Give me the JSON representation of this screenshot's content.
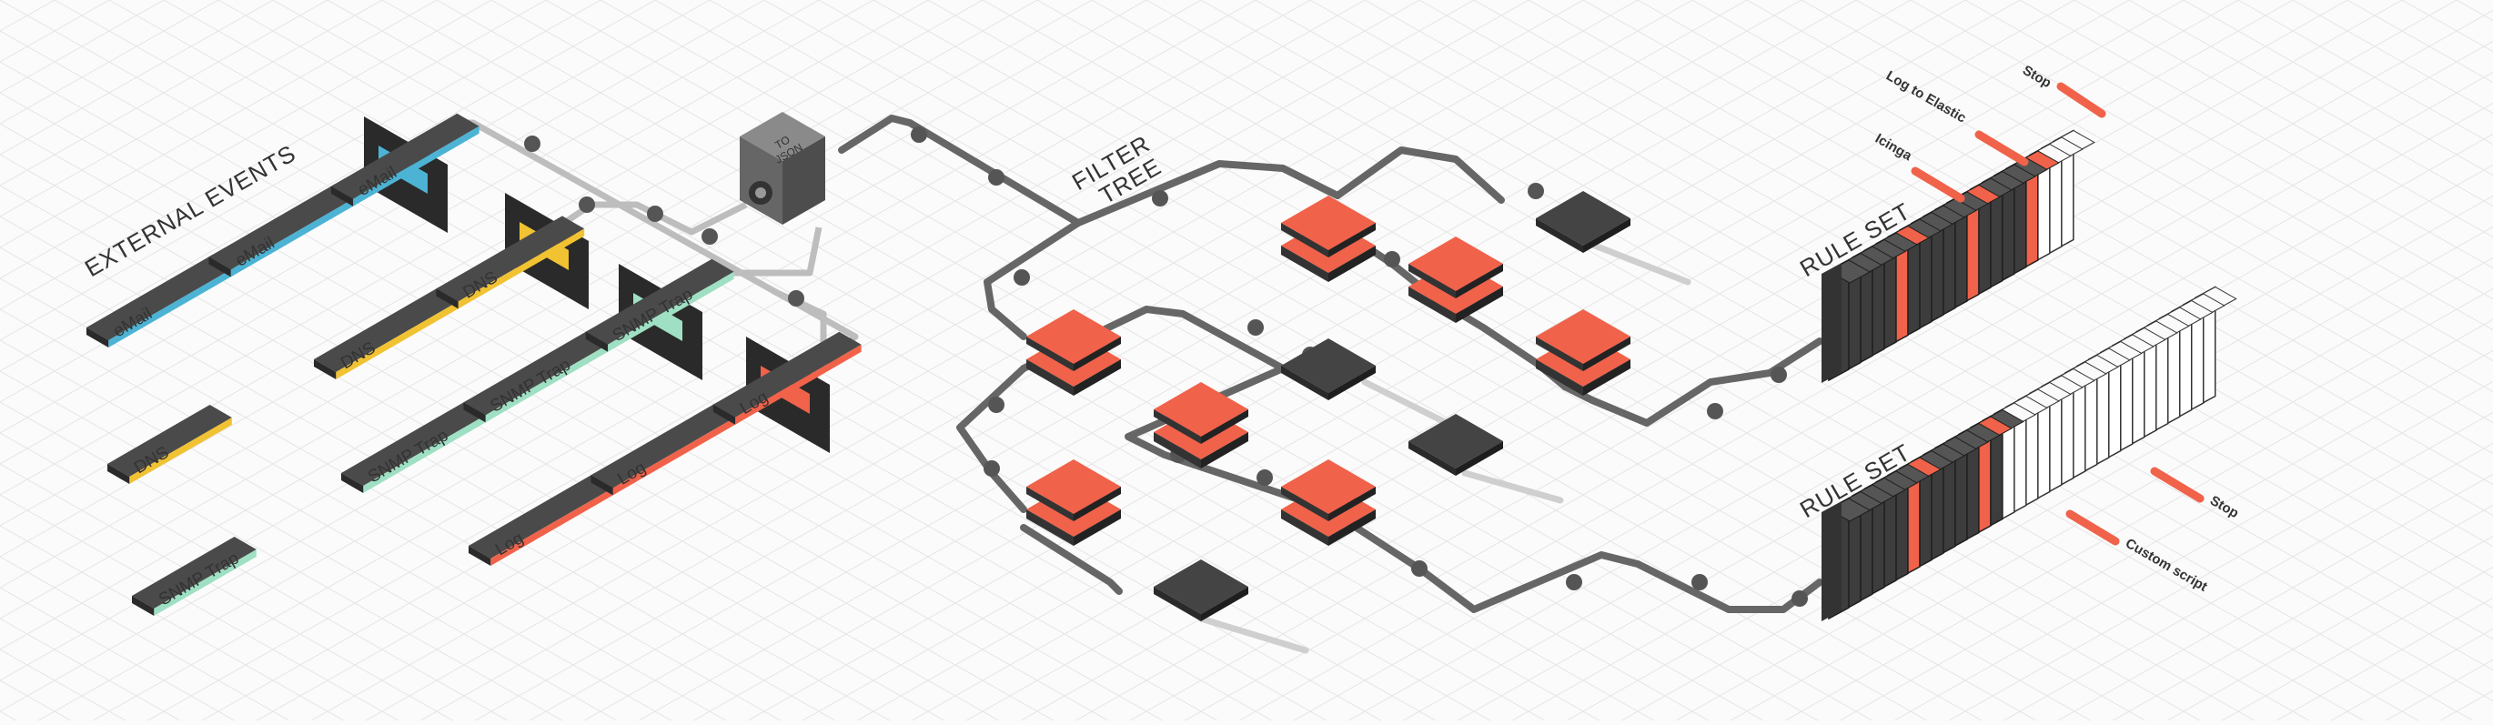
{
  "labels": {
    "external_events": "EXTERNAL EVENTS",
    "to_json_line1": "TO",
    "to_json_line2": "JSON",
    "filter_tree_line1": "FILTER",
    "filter_tree_line2": "TREE",
    "rule_set_top": "RULE SET",
    "rule_set_bottom": "RULE SET"
  },
  "streams": [
    {
      "chips": [
        "eMail",
        "eMail",
        "eMail"
      ],
      "color": "#4cb3d4"
    },
    {
      "chips": [
        "DNS",
        "DNS"
      ],
      "color": "#f1c232"
    },
    {
      "chips": [
        "SNMP Trap",
        "SNMP Trap",
        "SNMP Trap"
      ],
      "color": "#9fe0c4"
    },
    {
      "chips": [
        "Log",
        "Log",
        "Log"
      ],
      "color": "#f0624a"
    }
  ],
  "loose_events": [
    {
      "label": "DNS",
      "color": "#f1c232"
    },
    {
      "label": "SNMP Trap",
      "color": "#9fe0c4"
    }
  ],
  "rule_actions_top": [
    "Stop",
    "Log to Elastic",
    "Icinga"
  ],
  "rule_actions_bottom": [
    "Stop",
    "Custom script"
  ],
  "colors": {
    "dark": "#444444",
    "darker": "#333333",
    "accent": "#f0624a",
    "line": "#666666",
    "line_light": "#bdbdbd",
    "grid": "#e6e6e6"
  }
}
